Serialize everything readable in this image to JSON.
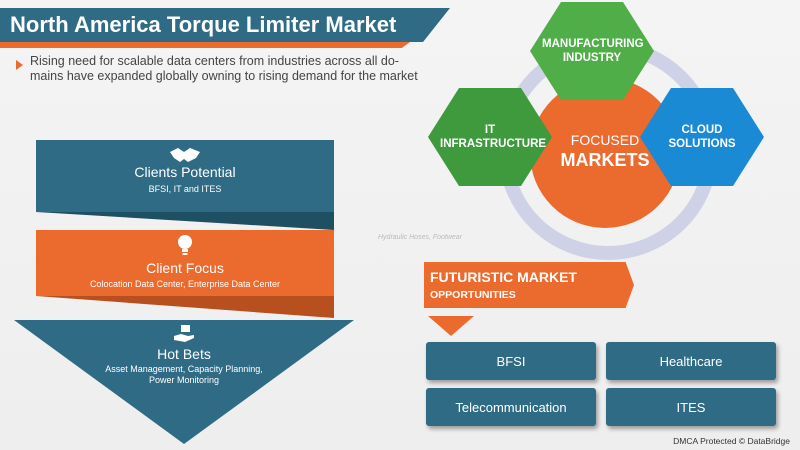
{
  "header": {
    "title": "North America Torque Limiter Market",
    "intro": "Rising need for scalable data centers from industries across all do-mains have expanded globally owning to rising demand for the market"
  },
  "funnel": [
    {
      "title": "Clients Potential",
      "subtitle": "BFSI, IT and ITES",
      "icon": "handshake-icon"
    },
    {
      "title": "Client Focus",
      "subtitle": "Colocation Data Center, Enterprise Data Center",
      "icon": "lightbulb-icon"
    },
    {
      "title": "Hot Bets",
      "subtitle": "Asset Management, Capacity Planning, Power Monitoring",
      "icon": "hand-money-icon"
    }
  ],
  "focused_markets": {
    "center_line1": "FOCUSED",
    "center_line2": "MARKETS",
    "segments": [
      {
        "label": "MANUFACTURING INDUSTRY",
        "color": "#4fae48"
      },
      {
        "label": "IT INFRASTRUCTURE",
        "color": "#3f9a3e"
      },
      {
        "label": "CLOUD SOLUTIONS",
        "color": "#1b8ad4"
      }
    ]
  },
  "watermark": "Hydraulic Hoses, Footwear",
  "futuristic": {
    "line1": "FUTURISTIC MARKET",
    "line2": "OPPORTUNITIES",
    "items": [
      "BFSI",
      "Healthcare",
      "Telecommunication",
      "ITES"
    ]
  },
  "footer": "DMCA Protected © DataBridge",
  "colors": {
    "primary_teal": "#2f6b84",
    "accent_orange": "#eb6a2e",
    "ring": "#cfd2e6"
  }
}
